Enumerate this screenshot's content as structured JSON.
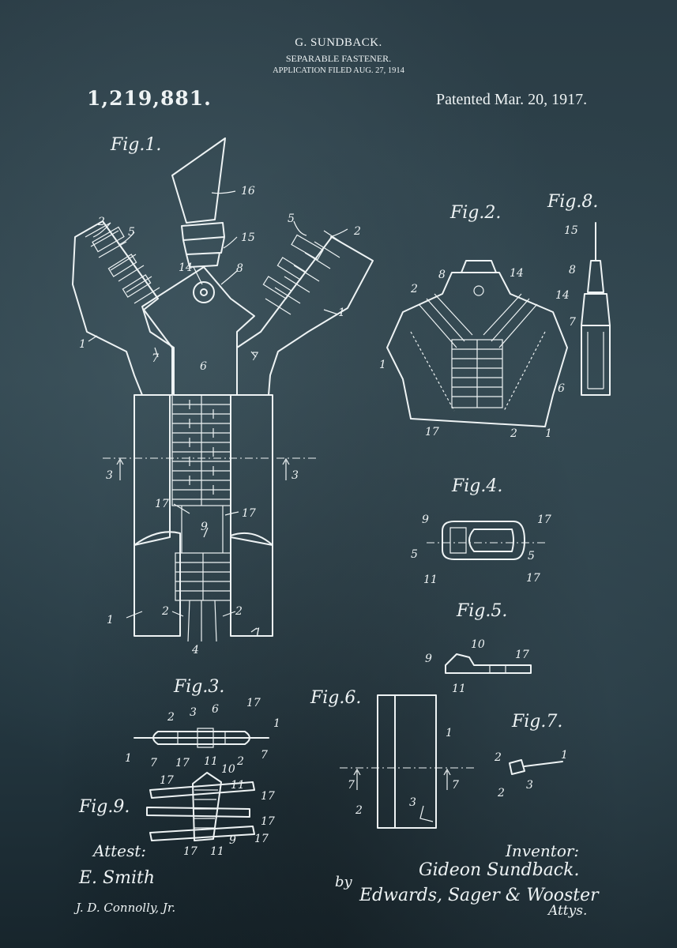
{
  "header": {
    "inventor_name": "G. SUNDBACK.",
    "subtitle": "SEPARABLE FASTENER.",
    "filed": "APPLICATION FILED AUG. 27, 1914",
    "patent_number": "1,219,881.",
    "patented_date": "Patented Mar. 20, 1917."
  },
  "figures": {
    "fig1": "Fig.1.",
    "fig2": "Fig.2.",
    "fig3": "Fig.3.",
    "fig4": "Fig.4.",
    "fig5": "Fig.5.",
    "fig6": "Fig.6.",
    "fig7": "Fig.7.",
    "fig8": "Fig.8.",
    "fig9": "Fig.9."
  },
  "labels": {
    "fig1": [
      "16",
      "2",
      "5",
      "15",
      "5",
      "2",
      "14",
      "8",
      "1",
      "1",
      "7",
      "7",
      "6",
      "3",
      "3",
      "17",
      "17",
      "9",
      "1",
      "2",
      "2",
      "1",
      "4"
    ],
    "fig2": [
      "8",
      "14",
      "2",
      "1",
      "17",
      "2",
      "1"
    ],
    "fig8": [
      "15",
      "8",
      "14",
      "7",
      "6"
    ],
    "fig4": [
      "9",
      "17",
      "5",
      "5",
      "11",
      "17"
    ],
    "fig5": [
      "9",
      "10",
      "17",
      "11"
    ],
    "fig3": [
      "2",
      "3",
      "6",
      "17",
      "1",
      "1",
      "7",
      "17",
      "11",
      "2",
      "7"
    ],
    "fig6": [
      "1",
      "7",
      "7",
      "2",
      "3"
    ],
    "fig7": [
      "2",
      "1",
      "2",
      "3"
    ],
    "fig9": [
      "10",
      "17",
      "11",
      "17",
      "17",
      "9",
      "17",
      "17",
      "11"
    ]
  },
  "signatures": {
    "attest_label": "Attest:",
    "inventor_label": "Inventor:",
    "by_label": "by",
    "inventor_signature": "Gideon Sundback.",
    "attorney_signature": "Edwards, Sager & Wooster",
    "attys_label": "Attys.",
    "witness_1": "E. Smith",
    "witness_2": "J. D. Connolly, Jr."
  },
  "colors": {
    "background": "#2a3c45",
    "ink": "#eef3f4"
  }
}
